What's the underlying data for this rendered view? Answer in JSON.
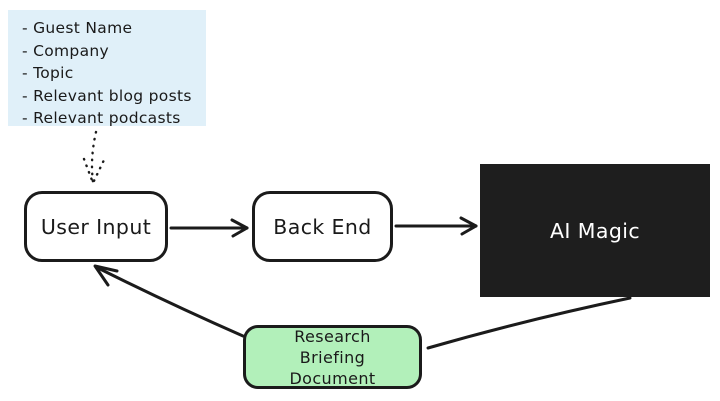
{
  "colors": {
    "note_bg": "#e0f0f9",
    "node_bg": "#ffffff",
    "node_border": "#1b1b1b",
    "dark_bg": "#1e1e1e",
    "dark_text": "#ffffff",
    "green_bg": "#b2f0ba",
    "arrow": "#1b1b1b",
    "text": "#1a1a1a"
  },
  "note": {
    "items": [
      "- Guest Name",
      "- Company",
      "- Topic",
      "- Relevant blog posts",
      "- Relevant podcasts"
    ]
  },
  "nodes": {
    "user_input": {
      "label": "User Input"
    },
    "back_end": {
      "label": "Back End"
    },
    "ai_magic": {
      "label": "AI Magic"
    },
    "research_briefing": {
      "label": "Research Briefing Document"
    }
  },
  "edges": [
    {
      "from": "note",
      "to": "user_input",
      "style": "dotted-arrow"
    },
    {
      "from": "user_input",
      "to": "back_end",
      "style": "solid-arrow"
    },
    {
      "from": "back_end",
      "to": "ai_magic",
      "style": "solid-arrow"
    },
    {
      "from": "ai_magic",
      "to": "research_briefing",
      "style": "solid-line"
    },
    {
      "from": "research_briefing",
      "to": "user_input",
      "style": "solid-arrow"
    }
  ]
}
